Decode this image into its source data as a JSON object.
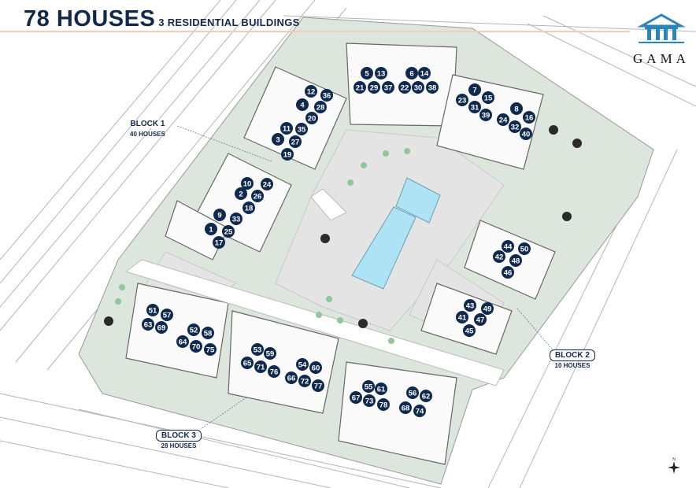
{
  "header": {
    "title": "78 HOUSES",
    "subtitle": "3 RESIDENTIAL BUILDINGS"
  },
  "logo": {
    "name": "GAMA",
    "icon": "temple-icon",
    "color": "#2a86b8"
  },
  "blocks": [
    {
      "name": "BLOCK 1",
      "count": "40 HOUSES"
    },
    {
      "name": "BLOCK 2",
      "count": "10 HOUSES"
    },
    {
      "name": "BLOCK 3",
      "count": "28 HOUSES"
    }
  ],
  "house_numbers": {
    "block1_top": [
      "5",
      "13",
      "6",
      "14",
      "21",
      "29",
      "37",
      "22",
      "30",
      "38"
    ],
    "block1_west_upper": [
      "4",
      "12",
      "36",
      "28",
      "20",
      "35",
      "11",
      "3",
      "27",
      "19"
    ],
    "block1_west_lower": [
      "10",
      "24",
      "2",
      "26",
      "18",
      "9",
      "33",
      "1",
      "25",
      "17"
    ],
    "block1_east": [
      "7",
      "15",
      "23",
      "31",
      "39",
      "8",
      "16",
      "24",
      "32",
      "40"
    ],
    "block2": [
      "44",
      "50",
      "42",
      "48",
      "46",
      "43",
      "49",
      "41",
      "47",
      "45"
    ],
    "block3": [
      "51",
      "57",
      "63",
      "69",
      "52",
      "58",
      "64",
      "70",
      "75",
      "53",
      "59",
      "65",
      "71",
      "76",
      "54",
      "60",
      "66",
      "72",
      "77",
      "55",
      "61",
      "67",
      "73",
      "78",
      "56",
      "62",
      "68",
      "74"
    ]
  },
  "compass": {
    "label": "N"
  },
  "colors": {
    "badge": "#0f2a4e",
    "pool": "#aee3f5",
    "green": "#dce6dd",
    "paving": "#e4e4e4",
    "title": "#14284b"
  }
}
